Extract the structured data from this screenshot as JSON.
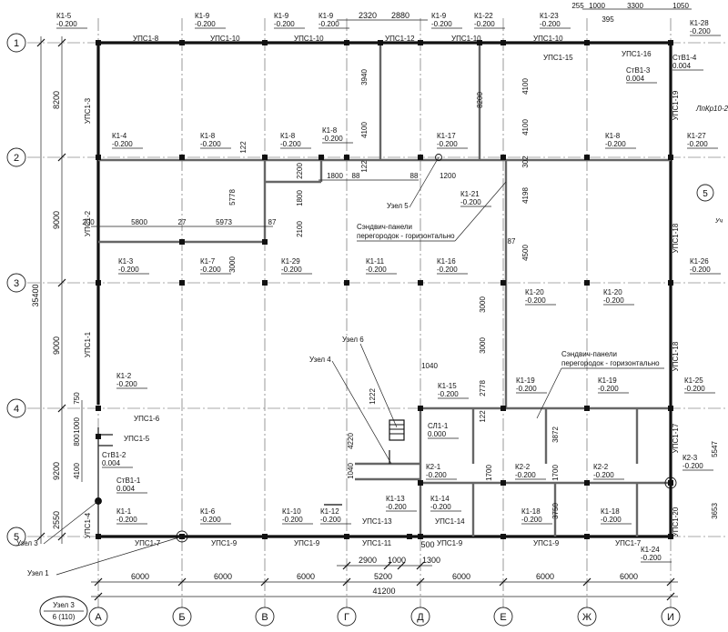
{
  "axes": {
    "letters": [
      "А",
      "Б",
      "В",
      "Г",
      "Д",
      "Е",
      "Ж",
      "И"
    ],
    "numbers": [
      "1",
      "2",
      "3",
      "4",
      "5"
    ]
  },
  "dims": {
    "bottom_spans": [
      "6000",
      "6000",
      "6000",
      "5200",
      "6000",
      "6000",
      "6000"
    ],
    "bottom_total": "41200",
    "bottom_upper": [
      "2900",
      "1000",
      "1300",
      "500"
    ],
    "left_spans": [
      "8200",
      "9000",
      "9000",
      "9200",
      "2550"
    ],
    "left_total": "35400",
    "left_small": [
      "750",
      "1000",
      "800",
      "4100"
    ],
    "top": [
      "2320",
      "2880",
      "255",
      "1000",
      "395",
      "3300",
      "1050"
    ],
    "inner": [
      "200",
      "5800",
      "27",
      "5973",
      "87",
      "122",
      "2200",
      "1800",
      "2100",
      "5778",
      "3000",
      "1800",
      "88",
      "88",
      "1200",
      "3940",
      "4100",
      "122",
      "8200",
      "4100",
      "4100",
      "302",
      "4198",
      "87",
      "4500",
      "3000",
      "3000",
      "2778",
      "122",
      "1040",
      "1222",
      "4220",
      "1040",
      "1700",
      "3872",
      "3750",
      "1700",
      "5547",
      "3653"
    ]
  },
  "column_marks": [
    {
      "n": "К1-5",
      "v": "-0.200"
    },
    {
      "n": "К1-9",
      "v": "-0.200"
    },
    {
      "n": "К1-9",
      "v": "-0.200"
    },
    {
      "n": "К1-9",
      "v": "-0.200"
    },
    {
      "n": "К1-9",
      "v": "-0.200"
    },
    {
      "n": "К1-22",
      "v": "-0.200"
    },
    {
      "n": "К1-23",
      "v": "-0.200"
    },
    {
      "n": "К1-28",
      "v": "-0.200"
    },
    {
      "n": "К1-4",
      "v": "-0.200"
    },
    {
      "n": "К1-8",
      "v": "-0.200"
    },
    {
      "n": "К1-8",
      "v": "-0.200"
    },
    {
      "n": "К1-8",
      "v": "-0.200"
    },
    {
      "n": "К1-17",
      "v": "-0.200"
    },
    {
      "n": "К1-8",
      "v": "-0.200"
    },
    {
      "n": "К1-27",
      "v": "-0.200"
    },
    {
      "n": "К1-21",
      "v": "-0.200"
    },
    {
      "n": "К1-3",
      "v": "-0.200"
    },
    {
      "n": "К1-7",
      "v": "-0.200"
    },
    {
      "n": "К1-29",
      "v": "-0.200"
    },
    {
      "n": "К1-11",
      "v": "-0.200"
    },
    {
      "n": "К1-16",
      "v": "-0.200"
    },
    {
      "n": "К1-26",
      "v": "-0.200"
    },
    {
      "n": "К1-20",
      "v": "-0.200"
    },
    {
      "n": "К1-20",
      "v": "-0.200"
    },
    {
      "n": "К1-2",
      "v": "-0.200"
    },
    {
      "n": "К1-15",
      "v": "-0.200"
    },
    {
      "n": "К1-19",
      "v": "-0.200"
    },
    {
      "n": "К1-19",
      "v": "-0.200"
    },
    {
      "n": "К1-25",
      "v": "-0.200"
    },
    {
      "n": "СЛ1-1",
      "v": "0.000"
    },
    {
      "n": "К2-1",
      "v": "-0.200"
    },
    {
      "n": "К2-2",
      "v": "-0.200"
    },
    {
      "n": "К2-2",
      "v": "-0.200"
    },
    {
      "n": "К2-3",
      "v": "-0.200"
    },
    {
      "n": "СтВ1-2",
      "v": "0.004"
    },
    {
      "n": "СтВ1-1",
      "v": "0.004"
    },
    {
      "n": "СтВ1-3",
      "v": "0.004"
    },
    {
      "n": "СтВ1-4",
      "v": "0.004"
    },
    {
      "n": "К1-1",
      "v": "-0.200"
    },
    {
      "n": "К1-6",
      "v": "-0.200"
    },
    {
      "n": "К1-10",
      "v": "-0.200"
    },
    {
      "n": "К1-12",
      "v": "-0.200"
    },
    {
      "n": "К1-13",
      "v": "-0.200"
    },
    {
      "n": "К1-14",
      "v": "-0.200"
    },
    {
      "n": "К1-18",
      "v": "-0.200"
    },
    {
      "n": "К1-18",
      "v": "-0.200"
    },
    {
      "n": "К1-24",
      "v": "-0.200"
    }
  ],
  "beams": [
    "УПС1-8",
    "УПС1-10",
    "УПС1-10",
    "УПС1-12",
    "УПС1-10",
    "УПС1-10",
    "УПС1-15",
    "УПС1-16",
    "УПС1-3",
    "УПС1-19",
    "УПС1-18",
    "УПС1-18",
    "УПС1-2",
    "УПС1-1",
    "УПС1-6",
    "УПС1-5",
    "УПС1-4",
    "УПС1-17",
    "УПС1-20",
    "УПС1-7",
    "УПС1-9",
    "УПС1-9",
    "УПС1-11",
    "УПС1-13",
    "УПС1-14",
    "УПС1-9",
    "УПС1-9",
    "УПС1-7"
  ],
  "notes": {
    "sandwich1": [
      "Сэндвич-панели",
      "перегородок - горизонтально"
    ],
    "sandwich2": [
      "Сэндвич-панели",
      "перегородок - горизонтально"
    ],
    "uzel1": "Узел 1",
    "uzel3": "Узел 3",
    "uzel4": "Узел 4",
    "uzel5": "Узел 5",
    "uzel6": "Узел 6",
    "stamp_title": "Узел 3",
    "stamp_sub": "6 (110)",
    "right_lbl": "ЛпКр10-2",
    "right_num": "5",
    "right_partial": "Уч"
  },
  "colors": {
    "ink": "#111111",
    "partition": "#666666"
  }
}
